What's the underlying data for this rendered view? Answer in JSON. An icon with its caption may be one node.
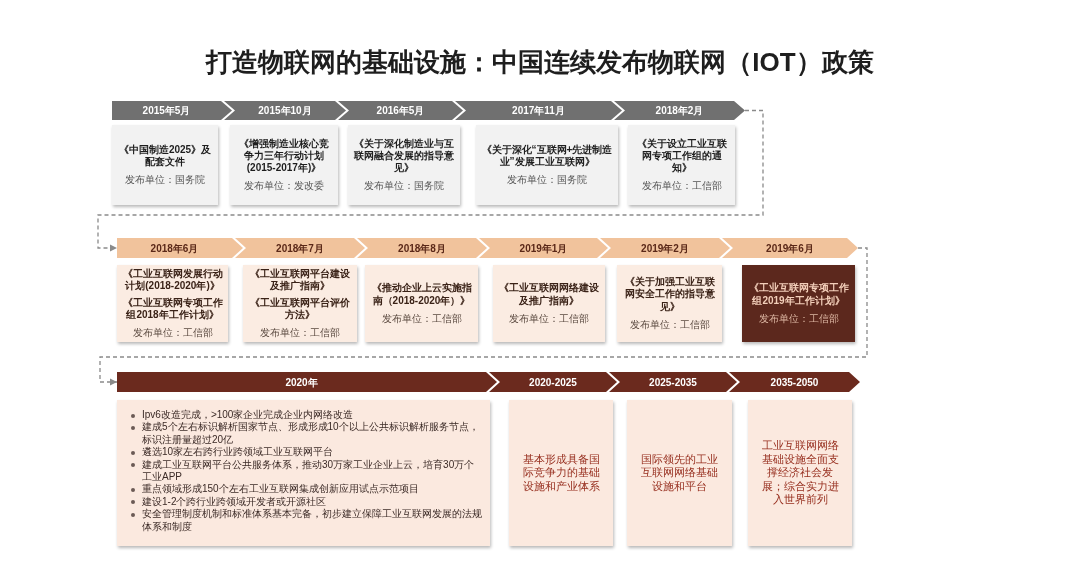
{
  "diagram": {
    "title": "打造物联网的基础设施：中国连续发布物联网（IOT）政策",
    "nodes": [
      {
        "text": [
          "2015年5月"
        ]
      },
      {
        "text": [
          "2015年10月"
        ]
      },
      {
        "text": [
          "2016年5月"
        ]
      },
      {
        "text": [
          "2017年11月"
        ]
      },
      {
        "text": [
          "2018年2月"
        ]
      },
      {
        "text": [
          "《中国制造2025》及配套文件",
          "发布单位：国务院"
        ]
      },
      {
        "text": [
          "《增强制造业核心竞争力三年行动计划(2015-2017年)》",
          "发布单位：发改委"
        ]
      },
      {
        "text": [
          "《关于深化制造业与互联网融合发展的指导意见》",
          "发布单位：国务院"
        ]
      },
      {
        "text": [
          "《关于深化“互联网+先进制造业”发展工业互联网》",
          "发布单位：国务院"
        ]
      },
      {
        "text": [
          "《关于设立工业互联网专项工作组的通知》",
          "发布单位：工信部"
        ]
      },
      {
        "text": [
          "2018年6月"
        ]
      },
      {
        "text": [
          "2018年7月"
        ]
      },
      {
        "text": [
          "2018年8月"
        ]
      },
      {
        "text": [
          "2019年1月"
        ]
      },
      {
        "text": [
          "2019年2月"
        ]
      },
      {
        "text": [
          "2019年6月"
        ]
      },
      {
        "text": [
          "《工业互联网发展行动计划(2018-2020年)》",
          "《工业互联网专项工作组2018年工作计划》",
          "发布单位：工信部"
        ]
      },
      {
        "text": [
          "《工业互联网平台建设及推广指南》",
          "《工业互联网平台评价方法》",
          "发布单位：工信部"
        ]
      },
      {
        "text": [
          "《推动企业上云实施指南（2018-2020年）》",
          "发布单位：工信部"
        ]
      },
      {
        "text": [
          "《工业互联网网络建设及推广指南》",
          "发布单位：工信部"
        ]
      },
      {
        "text": [
          "《关于加强工业互联网安全工作的指导意见》",
          "发布单位：工信部"
        ]
      },
      {
        "text": [
          "《工业互联网专项工作组2019年工作计划》",
          "发布单位：工信部"
        ]
      },
      {
        "text": [
          "2020年"
        ]
      },
      {
        "text": [
          "2020-2025"
        ]
      },
      {
        "text": [
          "2025-2035"
        ]
      },
      {
        "text": [
          "2035-2050"
        ]
      },
      {
        "text": [
          "Ipv6改造完成，>100家企业完成企业内网络改造",
          "建成5个左右标识解析国家节点、形成形成10个以上公共标识解析服务节点，标识注册量超过20亿",
          "遴选10家左右跨行业跨领域工业互联网平台",
          "建成工业互联网平台公共服务体系，推动30万家工业企业上云，培育30万个工业APP",
          "重点领域形成150个左右工业互联网集成创新应用试点示范项目",
          "建设1-2个跨行业跨领域开发者或开源社区",
          "安全管理制度机制和标准体系基本完备，初步建立保障工业互联网发展的法规体系和制度"
        ]
      },
      {
        "text": [
          "基本形成具备国际竞争力的基础设施和产业体系"
        ]
      },
      {
        "text": [
          "国际领先的工业互联网网络基础设施和平台"
        ]
      },
      {
        "text": [
          "工业互联网网络基础设施全面支撑经济社会发展；综合实力进入世界前列"
        ]
      }
    ],
    "edges": [
      {
        "from": 0,
        "to": 1,
        "arrow": "to"
      },
      {
        "from": 1,
        "to": 2,
        "arrow": "to"
      },
      {
        "from": 2,
        "to": 3,
        "arrow": "to"
      },
      {
        "from": 3,
        "to": 4,
        "arrow": "to"
      },
      {
        "from": 4,
        "to": 10,
        "arrow": "to",
        "style": "dashed"
      },
      {
        "from": 10,
        "to": 11,
        "arrow": "to"
      },
      {
        "from": 11,
        "to": 12,
        "arrow": "to"
      },
      {
        "from": 12,
        "to": 13,
        "arrow": "to"
      },
      {
        "from": 13,
        "to": 14,
        "arrow": "to"
      },
      {
        "from": 14,
        "to": 15,
        "arrow": "to"
      },
      {
        "from": 15,
        "to": 22,
        "arrow": "to",
        "style": "dashed"
      },
      {
        "from": 22,
        "to": 23,
        "arrow": "to"
      },
      {
        "from": 23,
        "to": 24,
        "arrow": "to"
      },
      {
        "from": 24,
        "to": 25,
        "arrow": "to"
      }
    ]
  }
}
